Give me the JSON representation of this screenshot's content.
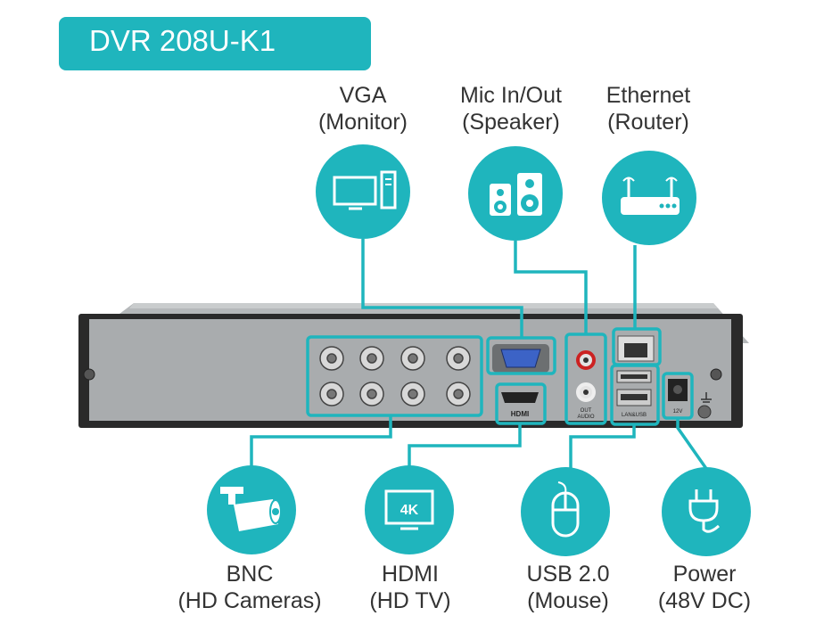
{
  "title": "DVR 208U-K1",
  "top_labels": [
    {
      "line1": "VGA",
      "line2": "(Monitor)",
      "icon": "monitor-pc-icon"
    },
    {
      "line1": "Mic In/Out",
      "line2": "(Speaker)",
      "icon": "speaker-icon"
    },
    {
      "line1": "Ethernet",
      "line2": "(Router)",
      "icon": "router-icon"
    }
  ],
  "bottom_labels": [
    {
      "line1": "BNC",
      "line2": "(HD Cameras)",
      "icon": "camera-icon"
    },
    {
      "line1": "HDMI",
      "line2": "(HD TV)",
      "icon": "tv-4k-icon"
    },
    {
      "line1": "USB 2.0",
      "line2": "(Mouse)",
      "icon": "mouse-icon"
    },
    {
      "line1": "Power",
      "line2": "(48V DC)",
      "icon": "power-plug-icon"
    }
  ],
  "device_text": {
    "tv_badge": "4K",
    "hdmi_port": "HDMI",
    "audio_port_top": "OUT",
    "audio_port_bottom": "AUDIO",
    "lan_usb_port": "LAN&USB",
    "power_port": "12V"
  },
  "colors": {
    "accent": "#1fb5bd",
    "device_panel": "#a9acae",
    "device_body": "#2a2a2a"
  }
}
